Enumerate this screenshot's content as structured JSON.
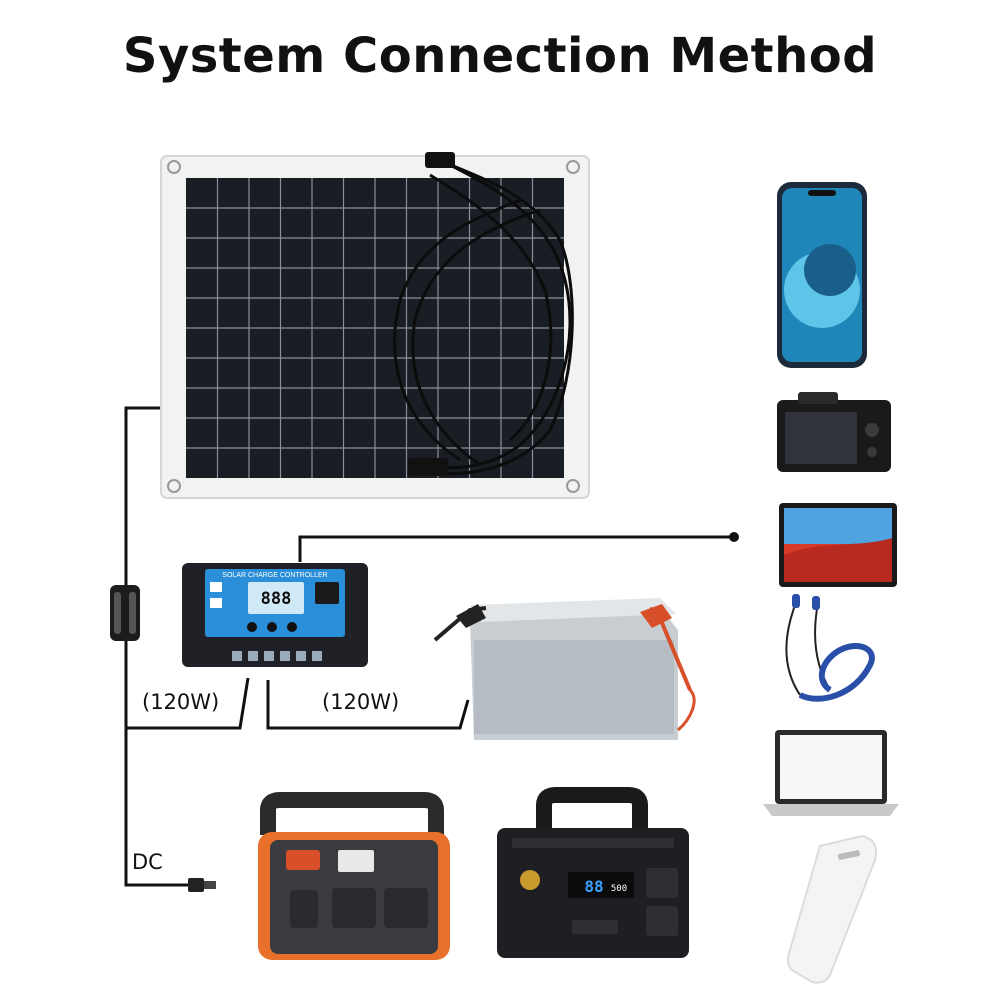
{
  "title": "System Connection Method",
  "labels": {
    "power_left": "(120W)",
    "power_right": "(120W)",
    "dc": "DC"
  },
  "controller": {
    "header": "SOLAR CHARGE CONTROLLER",
    "display": "888"
  },
  "station_large": {
    "display": "88",
    "display_small": "500"
  },
  "icons": [
    "solar-panel-icon",
    "charge-controller-icon",
    "battery-icon",
    "smartphone-icon",
    "camera-icon",
    "tablet-icon",
    "earphones-icon",
    "laptop-icon",
    "power-bank-icon",
    "power-station-icon"
  ],
  "colors": {
    "wire": "#111111",
    "controller_screen": "#2a8fd8",
    "battery_clamp_red": "#d8502a",
    "station_orange": "#e8702a"
  }
}
